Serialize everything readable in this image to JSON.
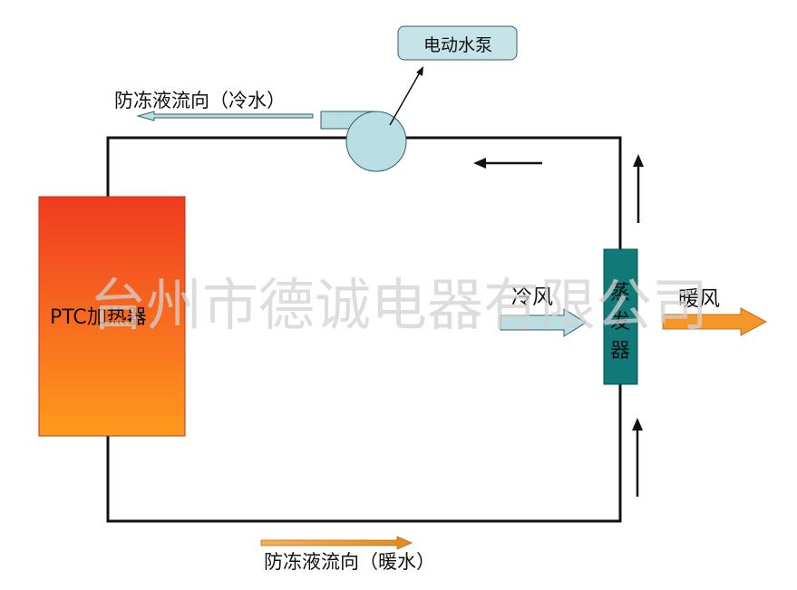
{
  "labels": {
    "flow_cold": "防冻液流向（冷水）",
    "flow_warm": "防冻液流向（暖水）",
    "pump": "电动水泵",
    "heater": "PTC加热器",
    "cold_air": "冷风",
    "warm_air": "暖风",
    "evaporator_chars": [
      "蒸",
      "发",
      "器"
    ]
  },
  "watermark": "台州市德诚电器有限公司",
  "colors": {
    "loop_line": "#111111",
    "pump_fill": "#b9dfe5",
    "pump_stroke": "#2f5f66",
    "heater_top": "#f03a20",
    "heater_bottom": "#ff9a1e",
    "evaporator_fill": "#117a78",
    "cold_arrow_fill": "#b9dfe5",
    "warm_arrow_fill": "#f5962a",
    "warm_flow_arrow": "#e79a2c"
  }
}
